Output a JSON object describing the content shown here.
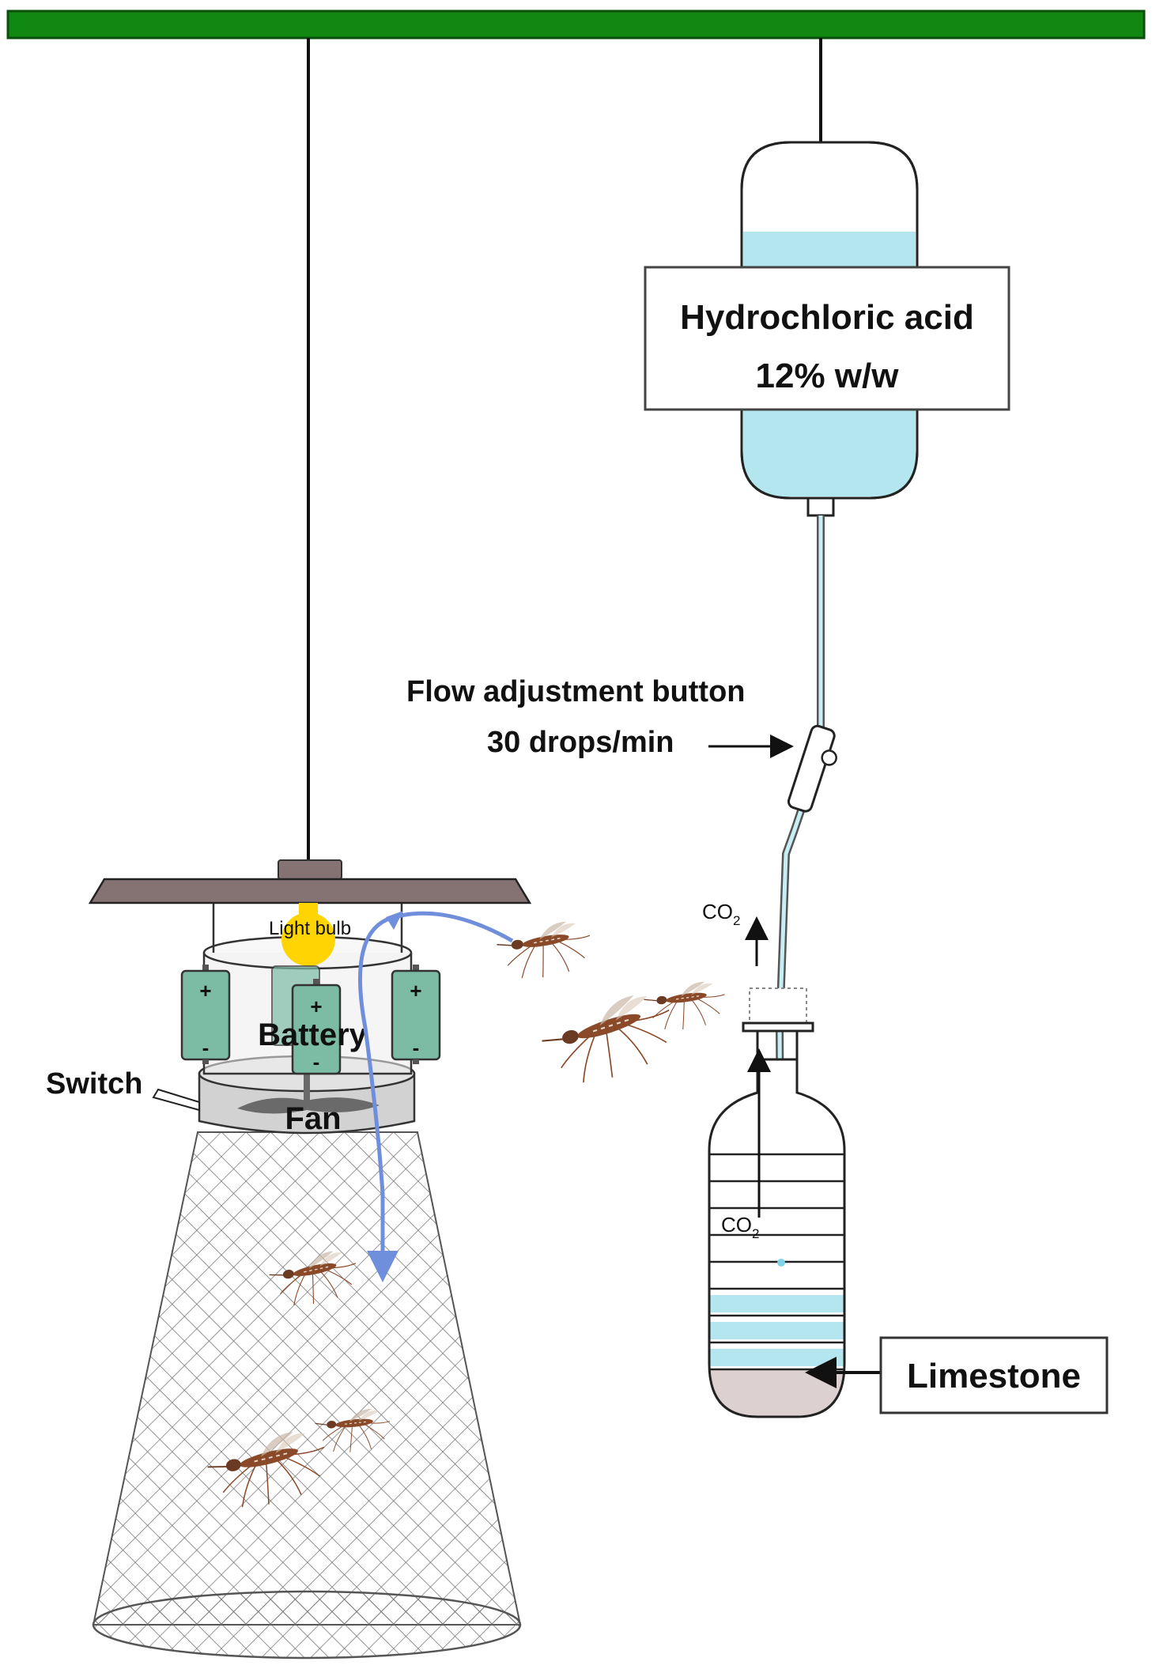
{
  "labels": {
    "acid_name": "Hydrochloric acid",
    "acid_conc": "12% w/w",
    "flow_title": "Flow adjustment button",
    "flow_rate": "30 drops/min",
    "co2_top": "CO",
    "co2_top_sub": "2",
    "co2_bottle": "CO",
    "co2_bottle_sub": "2",
    "limestone": "Limestone",
    "light_bulb": "Light bulb",
    "battery": "Battery",
    "switch": "Switch",
    "fan": "Fan",
    "plus": "+",
    "minus": "-"
  },
  "colors": {
    "support_bar": "#118811",
    "liquid": "#b3e6ef",
    "limestone": "#ddd0d0",
    "lamp_shade": "#857373",
    "bulb": "#ffd400",
    "battery": "#7cbba4",
    "airflow_arrow": "#6f8fdc",
    "fan_housing": "#d2d2d2",
    "net": "#777777",
    "mosquito": "#8a4a2a"
  },
  "icons": [
    "light-bulb-icon",
    "battery-icon",
    "fan-icon",
    "mosquito-icon",
    "arrow-icon"
  ]
}
